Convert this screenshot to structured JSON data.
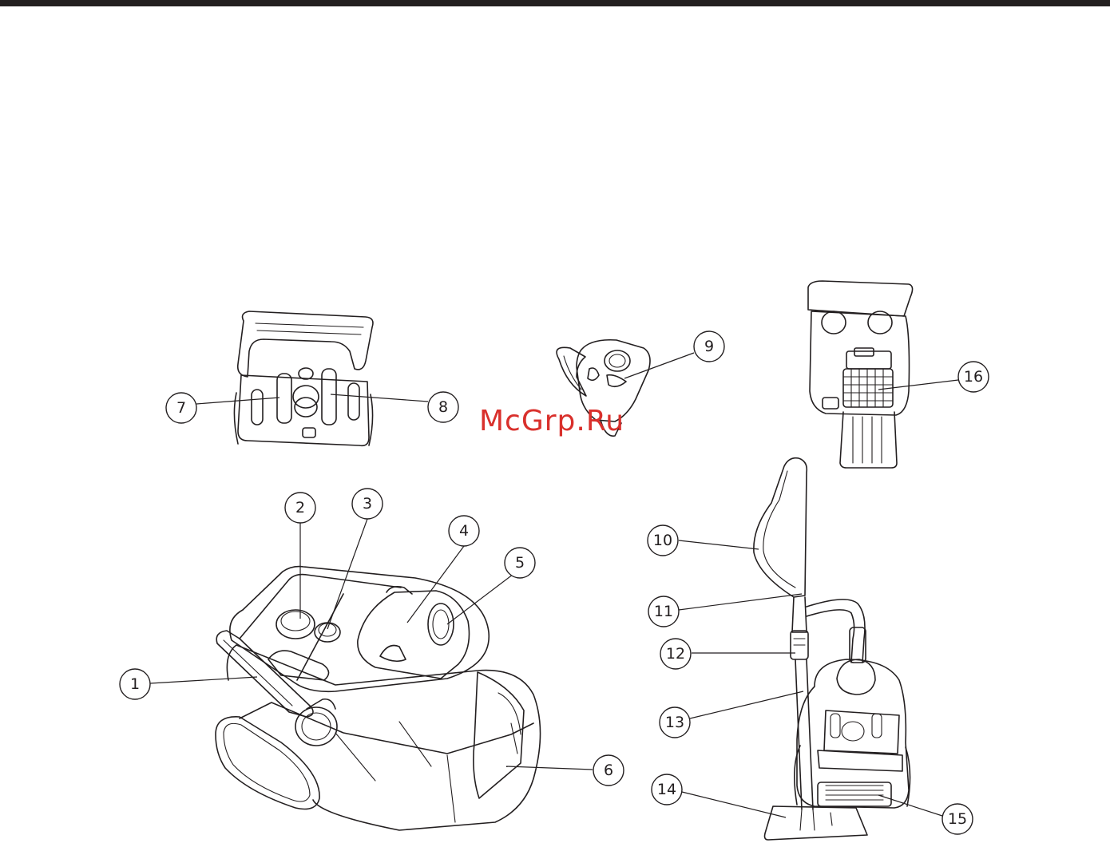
{
  "watermark": "McGrp.Ru",
  "colors": {
    "ink": "#231f20",
    "watermark": "#d9302c",
    "background": "#ffffff"
  },
  "callouts": [
    {
      "id": "1",
      "label": "1"
    },
    {
      "id": "2",
      "label": "2"
    },
    {
      "id": "3",
      "label": "3"
    },
    {
      "id": "4",
      "label": "4"
    },
    {
      "id": "5",
      "label": "5"
    },
    {
      "id": "6",
      "label": "6"
    },
    {
      "id": "7",
      "label": "7"
    },
    {
      "id": "8",
      "label": "8"
    },
    {
      "id": "9",
      "label": "9"
    },
    {
      "id": "10",
      "label": "10"
    },
    {
      "id": "11",
      "label": "11"
    },
    {
      "id": "12",
      "label": "12"
    },
    {
      "id": "13",
      "label": "13"
    },
    {
      "id": "14",
      "label": "14"
    },
    {
      "id": "15",
      "label": "15"
    },
    {
      "id": "16",
      "label": "16"
    }
  ]
}
